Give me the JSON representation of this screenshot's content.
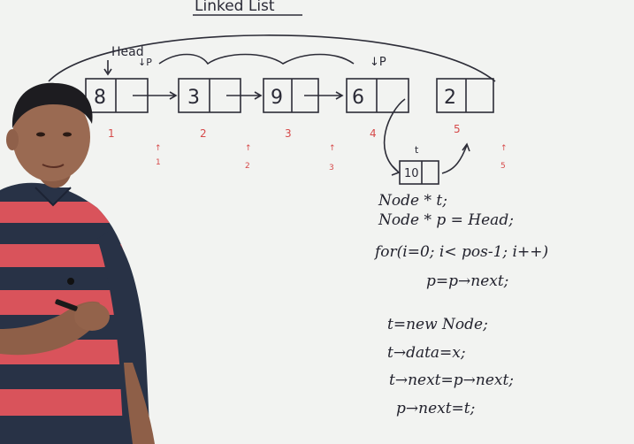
{
  "board": {
    "title": "Linked List",
    "head_label": "Head",
    "p_label": "↓P",
    "p_label_top": "↓P",
    "t_label": "t"
  },
  "nodes": [
    {
      "value": "8",
      "index": "1"
    },
    {
      "value": "3",
      "index": "2"
    },
    {
      "value": "9",
      "index": "3"
    },
    {
      "value": "6",
      "index": "4"
    },
    {
      "value": "2",
      "index": "5"
    }
  ],
  "pointer_marks": [
    {
      "arrow": "↑",
      "num": "1"
    },
    {
      "arrow": "↑",
      "num": "2"
    },
    {
      "arrow": "↑",
      "num": "3"
    },
    {
      "arrow": "↑",
      "num": "5"
    }
  ],
  "new_node": {
    "value": "10"
  },
  "code_lines": [
    "Node * t;",
    "Node * p = Head;",
    "for(i=0; i< pos-1; i++)",
    "p=p→next;",
    "t=new Node;",
    "t→data=x;",
    "t→next=p→next;",
    "p→next=t;"
  ],
  "colors": {
    "board": "#f2f3f1",
    "ink": "#2a2a36",
    "index_red": "#d64a4a",
    "shirt_red": "#d9535b",
    "shirt_navy": "#283246"
  }
}
